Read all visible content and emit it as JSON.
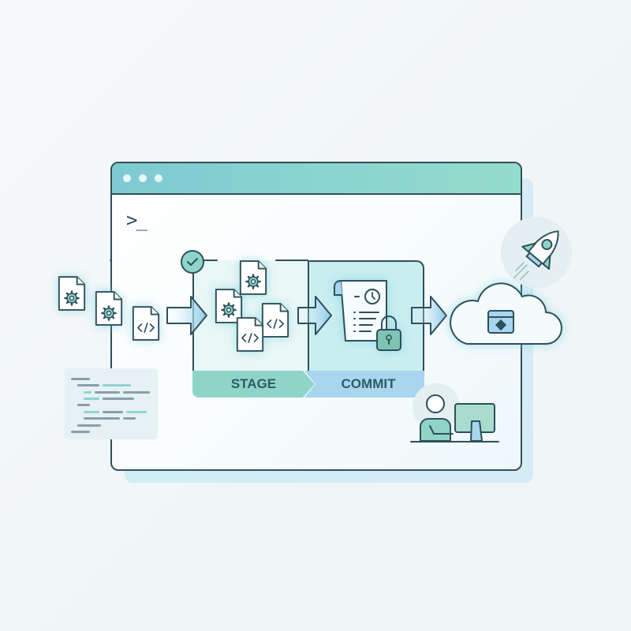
{
  "illustration": {
    "theme": "git workflow",
    "window": {
      "traffic_dots": 3,
      "prompt_text": ">_"
    },
    "stages": [
      {
        "label": "STAGE",
        "color": "#8fd4c8"
      },
      {
        "label": "COMMIT",
        "color": "#a7d6ee"
      }
    ],
    "icons": {
      "working_files": [
        "file-gear-icon",
        "file-gear-icon",
        "file-code-icon"
      ],
      "staged_files": [
        "file-gear-icon",
        "file-gear-icon",
        "file-code-icon",
        "file-code-icon"
      ],
      "check": "check-circle-icon",
      "commit": "document-history-lock-icon",
      "remote": "cloud-repository-icon",
      "deploy": "rocket-icon",
      "developer": "person-at-computer-icon"
    },
    "colors": {
      "outline": "#2f4f5c",
      "teal": "#7ecad3",
      "mint": "#95dccc",
      "sky": "#a7d6ee"
    }
  }
}
